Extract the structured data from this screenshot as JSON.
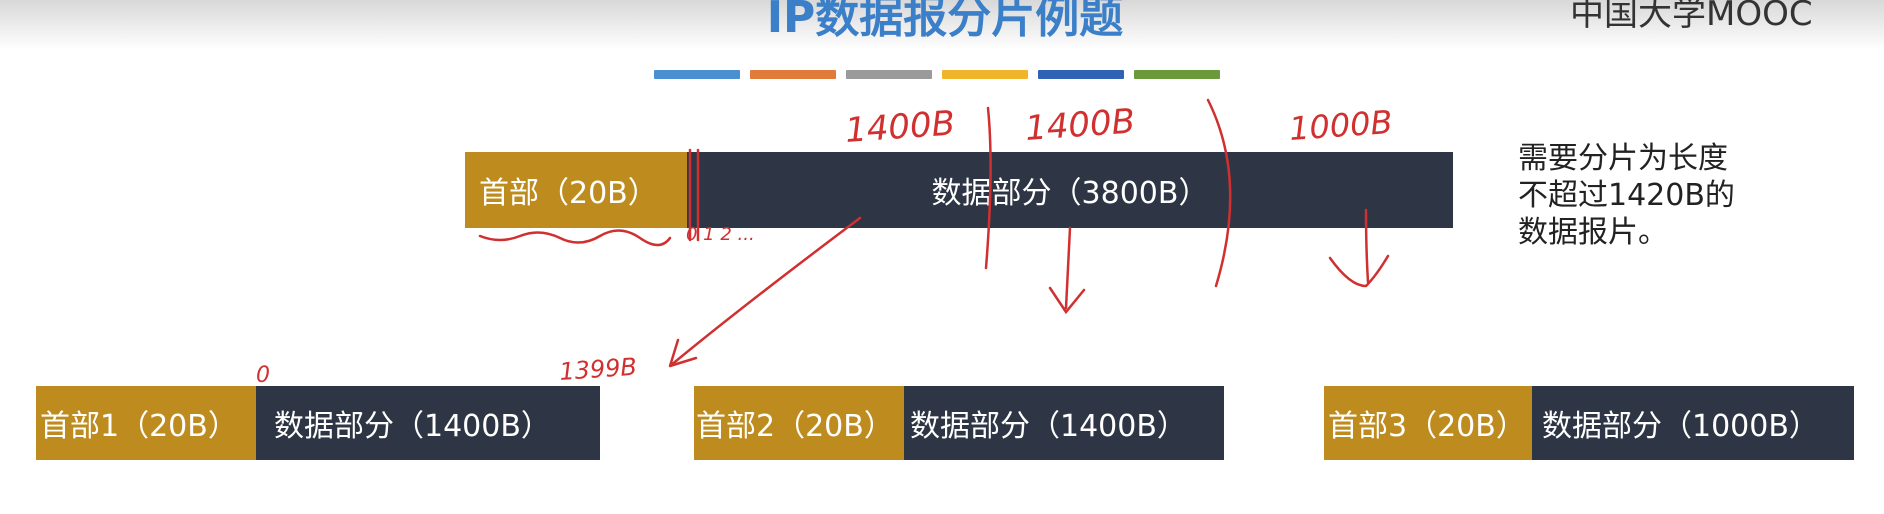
{
  "title": "IP数据报分片例题",
  "logo_text": "中国大学MOOC",
  "color_bars": [
    "#4a8fd0",
    "#e07b3a",
    "#9a9a9a",
    "#f0b52a",
    "#2f62b5",
    "#6a9a3c"
  ],
  "original": {
    "header": "首部（20B）",
    "data": "数据部分（3800B）"
  },
  "note": "需要分片为长度不超过1420B的数据报片。",
  "fragments": [
    {
      "header": "首部1（20B）",
      "data": "数据部分（1400B）"
    },
    {
      "header": "首部2（20B）",
      "data": "数据部分（1400B）"
    },
    {
      "header": "首部3（20B）",
      "data": "数据部分（1000B）"
    }
  ],
  "handwriting": {
    "size1": "1400B",
    "size2": "1400B",
    "size3": "1000B",
    "offset_zero": "0",
    "end_offset": "1399B",
    "start_offset": "0 1 2 ..."
  },
  "colors": {
    "header_fill": "#be8c1e",
    "data_fill": "#2e3544",
    "title": "#3b7fc8",
    "handwriting": "#d0302f"
  }
}
